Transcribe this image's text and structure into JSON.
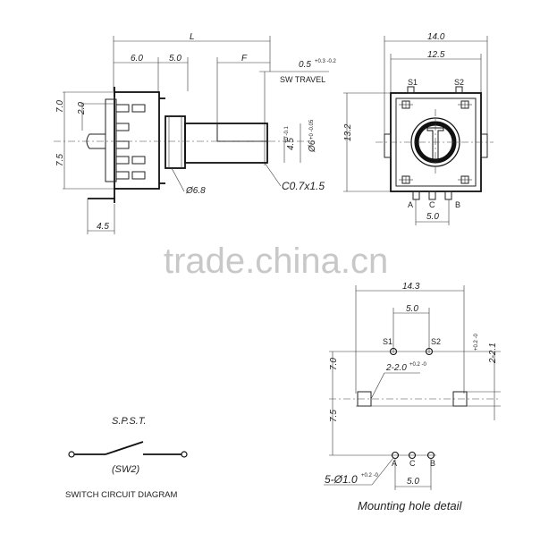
{
  "side_view": {
    "dim_L": "L",
    "dim_6_0": "6.0",
    "dim_5_0": "5.0",
    "dim_F": "F",
    "dim_travel": "0.5",
    "dim_travel_tol": "+0.3 -0.2",
    "sw_travel": "SW TRAVEL",
    "dim_7_0": "7.0",
    "dim_2_0": "2.0",
    "dim_7_5": "7.5",
    "dim_4_5_shaft": "4.5",
    "dim_4_5_tol": "+0 -0.1",
    "dim_6_shaft": "Ø6",
    "dim_6_tol": "+0 -0.05",
    "dim_6_8": "Ø6.8",
    "dim_chamfer": "C0.7x1.5",
    "dim_4_5_base": "4.5"
  },
  "front_view": {
    "dim_14_0": "14.0",
    "dim_12_5": "12.5",
    "dim_13_2": "13.2",
    "pin_s1": "S1",
    "pin_s2": "S2",
    "pin_a": "A",
    "pin_c": "C",
    "pin_b": "B",
    "dim_5_0": "5.0"
  },
  "watermark": "trade.china.cn",
  "switch": {
    "title": "S.P.S.T.",
    "label": "(SW2)",
    "caption": "SWITCH CIRCUIT DIAGRAM"
  },
  "mounting": {
    "dim_14_3": "14.3",
    "dim_5_0_top": "5.0",
    "pin_s1": "S1",
    "pin_s2": "S2",
    "dim_7_0": "7.0",
    "dim_2_0_hole": "2-2.0",
    "dim_2_0_tol": "+0.2 -0",
    "dim_2_1": "2-2.1",
    "dim_2_1_tol": "+0.2 -0",
    "dim_7_5": "7.5",
    "pin_a": "A",
    "pin_c": "C",
    "pin_b": "B",
    "dim_holes": "5-Ø1.0",
    "dim_holes_tol": "+0.2 -0",
    "dim_5_0_bottom": "5.0",
    "caption": "Mounting hole detail"
  }
}
